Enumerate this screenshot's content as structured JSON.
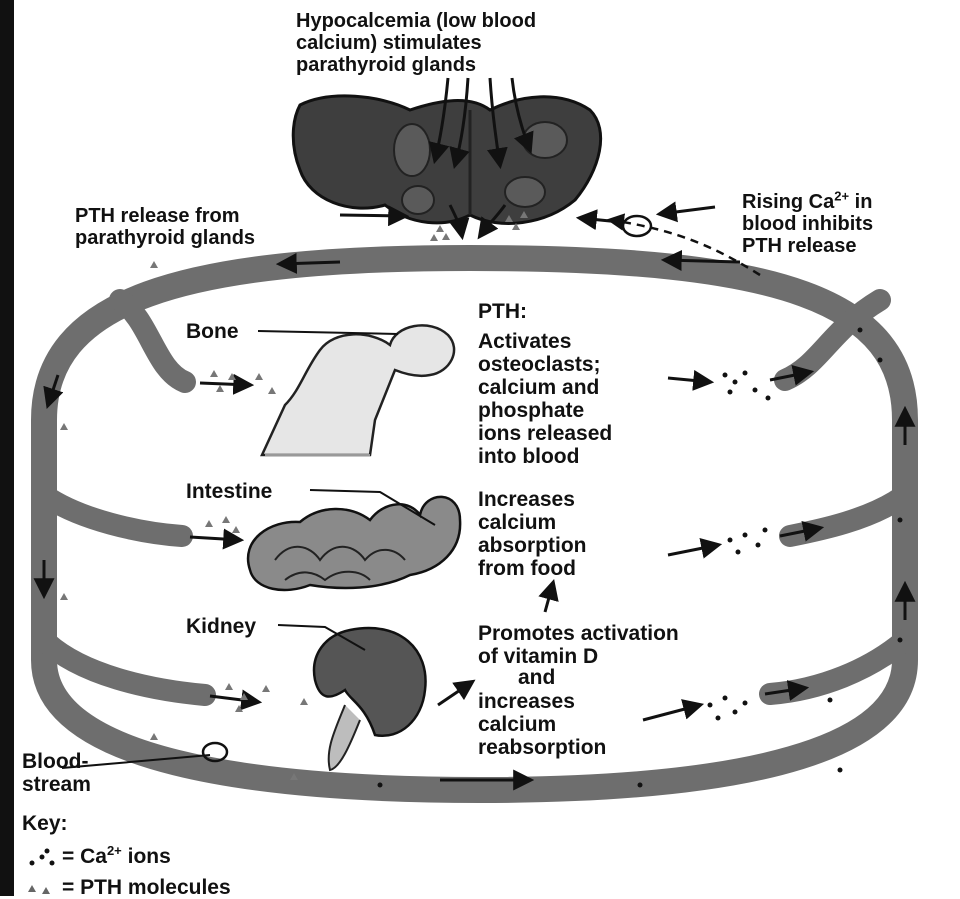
{
  "title": "Hypocalcemia (low blood calcium) stimulates parathyroid glands",
  "labels": {
    "pth_release": "PTH release from parathyroid glands",
    "rising_ca_pre": "Rising Ca",
    "rising_ca_sup": "2+",
    "rising_ca_post": " in\nblood inhibits\nPTH release",
    "pth_heading": "PTH:",
    "bone": "Bone",
    "bone_effect": "Activates\nosteoclasts;\ncalcium and\nphosphate\nions released\ninto blood",
    "intestine": "Intestine",
    "intestine_effect": "Increases\ncalcium\nabsorption\nfrom food",
    "kidney": "Kidney",
    "kidney_effect_1": "Promotes activation\nof vitamin D",
    "kidney_effect_and": "and",
    "kidney_effect_2": "increases\ncalcium\nreabsorption",
    "bloodstream": "Blood-\nstream"
  },
  "key": {
    "heading": "Key:",
    "ca_ions_pre": "= Ca",
    "ca_ions_sup": "2+",
    "ca_ions_post": " ions",
    "pth_molecules": "= PTH molecules"
  },
  "icons": [
    "parathyroid-glands",
    "bone",
    "intestine",
    "kidney",
    "blood-vessel-loop",
    "ca-ion-dots",
    "pth-triangles"
  ],
  "colors": {
    "vessel": "#6e6e6e",
    "gland": "#3e3e3e",
    "bone": "#e6e6e6",
    "intestine": "#8a8a8a",
    "kidney": "#555555"
  }
}
